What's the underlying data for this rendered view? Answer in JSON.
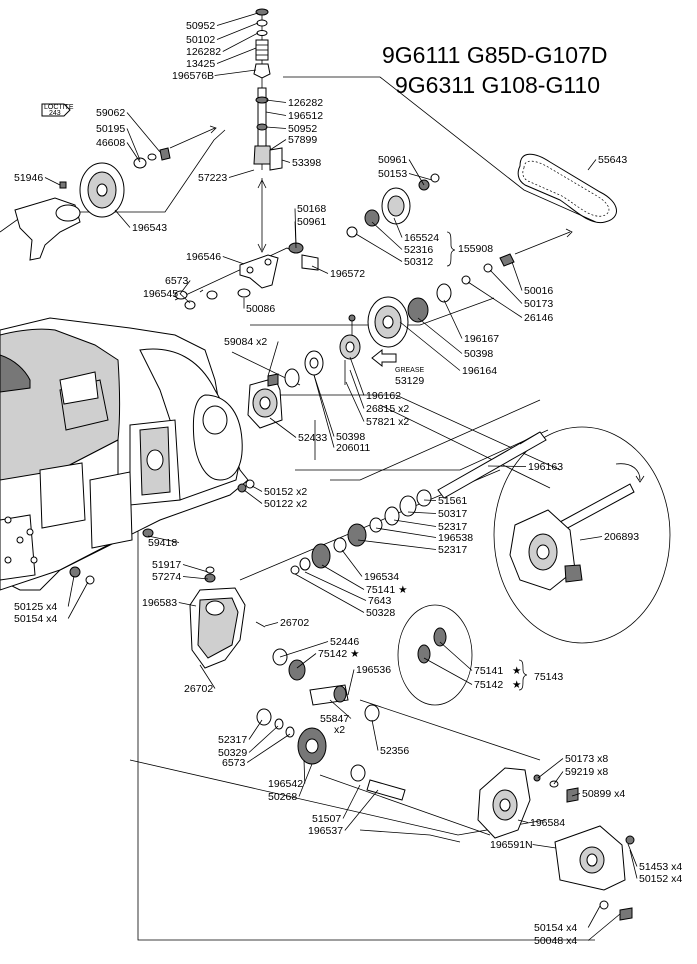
{
  "title": {
    "line1": "9G6111 G85D-G107D",
    "line2": "9G6311 G108-G110"
  },
  "tag": {
    "line1": "LOCTITE",
    "line2": "243"
  },
  "grease": "GREASE",
  "labels": [
    {
      "text": "50952"
    },
    {
      "text": "50102"
    },
    {
      "text": "126282"
    },
    {
      "text": "13425"
    },
    {
      "text": "196576B"
    },
    {
      "text": "126282"
    },
    {
      "text": "196512"
    },
    {
      "text": "50952"
    },
    {
      "text": "57899"
    },
    {
      "text": "53398"
    },
    {
      "text": "57223"
    },
    {
      "text": "59062"
    },
    {
      "text": "50195"
    },
    {
      "text": "46608"
    },
    {
      "text": "51946"
    },
    {
      "text": "196543"
    },
    {
      "text": "50961"
    },
    {
      "text": "50153"
    },
    {
      "text": "55643"
    },
    {
      "text": "50168"
    },
    {
      "text": "50961"
    },
    {
      "text": "196546"
    },
    {
      "text": "196572"
    },
    {
      "text": "165524"
    },
    {
      "text": "52316"
    },
    {
      "text": "50312"
    },
    {
      "text": "155908"
    },
    {
      "text": "6573"
    },
    {
      "text": "196545"
    },
    {
      "text": "50086"
    },
    {
      "text": "50016"
    },
    {
      "text": "50173"
    },
    {
      "text": "26146"
    },
    {
      "text": "59084  x2"
    },
    {
      "text": "196167"
    },
    {
      "text": "50398"
    },
    {
      "text": "196164"
    },
    {
      "text": "53129"
    },
    {
      "text": "196162"
    },
    {
      "text": "26815  x2"
    },
    {
      "text": "57821  x2"
    },
    {
      "text": "50398"
    },
    {
      "text": "206011"
    },
    {
      "text": "52433"
    },
    {
      "text": "196163"
    },
    {
      "text": "50152  x2"
    },
    {
      "text": "50122  x2"
    },
    {
      "text": "51561"
    },
    {
      "text": "50317"
    },
    {
      "text": "52317"
    },
    {
      "text": "196538"
    },
    {
      "text": "52317"
    },
    {
      "text": "206893"
    },
    {
      "text": "59418"
    },
    {
      "text": "51917"
    },
    {
      "text": "57274"
    },
    {
      "text": "196534"
    },
    {
      "text": "75141  ★"
    },
    {
      "text": "7643"
    },
    {
      "text": "50328"
    },
    {
      "text": "196583"
    },
    {
      "text": "26702"
    },
    {
      "text": "52446"
    },
    {
      "text": "75142  ★"
    },
    {
      "text": "196536"
    },
    {
      "text": "75141"
    },
    {
      "text": "★"
    },
    {
      "text": "75142"
    },
    {
      "text": "★"
    },
    {
      "text": "75143"
    },
    {
      "text": "26702"
    },
    {
      "text": "55847"
    },
    {
      "text": "x2"
    },
    {
      "text": "52317"
    },
    {
      "text": "50329"
    },
    {
      "text": "6573"
    },
    {
      "text": "52356"
    },
    {
      "text": "50125  x4"
    },
    {
      "text": "50154  x4"
    },
    {
      "text": "196542"
    },
    {
      "text": "50268"
    },
    {
      "text": "50173  x8"
    },
    {
      "text": "59219  x8"
    },
    {
      "text": "50899  x4"
    },
    {
      "text": "51507"
    },
    {
      "text": "196537"
    },
    {
      "text": "196584"
    },
    {
      "text": "196591N"
    },
    {
      "text": "51453  x4"
    },
    {
      "text": "50152  x4"
    },
    {
      "text": "50154  x4"
    },
    {
      "text": "50048  x4"
    }
  ]
}
